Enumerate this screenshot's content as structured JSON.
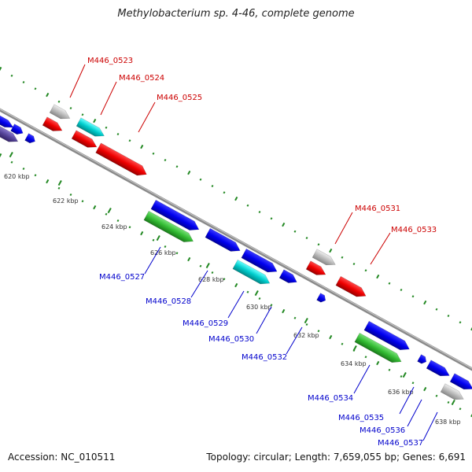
{
  "title": "Methylobacterium sp. 4-46, complete genome",
  "accession": "Accession: NC_010511",
  "summary": "Topology: circular; Length: 7,659,055 bp; Genes: 6,691",
  "colors": {
    "backbone": "#888888",
    "forward_blue": "#0000ee",
    "rna_red": "#ee0000",
    "cyan": "#00cccc",
    "green": "#33bb33",
    "grey": "#bbbbbb",
    "purple": "#554499",
    "top_label": "#cc0000",
    "bottom_label": "#0000cc",
    "dots": "#228822"
  },
  "scale_labels": [
    "620 kbp",
    "622 kbp",
    "624 kbp",
    "626 kbp",
    "628 kbp",
    "630 kbp",
    "632 kbp",
    "634 kbp",
    "636 kbp",
    "638 kbp"
  ],
  "top_labels": [
    "M446_0523",
    "M446_0524",
    "M446_0525",
    "M446_0531",
    "M446_0533"
  ],
  "bottom_labels": [
    "M446_0527",
    "M446_0528",
    "M446_0529",
    "M446_0530",
    "M446_0532",
    "M446_0534",
    "M446_0535",
    "M446_0536",
    "M446_0537"
  ]
}
